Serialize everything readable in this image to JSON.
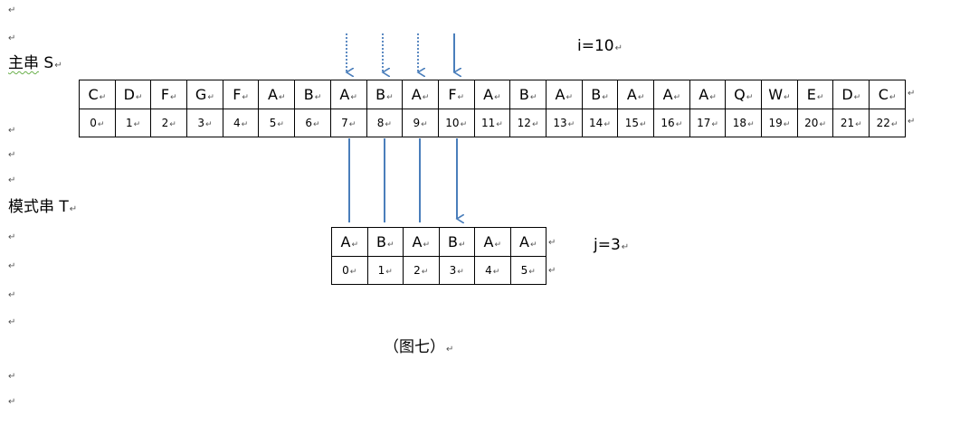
{
  "paragraph_mark": "↵",
  "main_label": "主串 S",
  "main_label_zh": "主串",
  "main_label_var": "S",
  "pattern_label": "模式串 T",
  "i_label": "i=10",
  "j_label": "j=3",
  "caption": "（图七）",
  "main_string": {
    "chars": [
      "C",
      "D",
      "F",
      "G",
      "F",
      "A",
      "B",
      "A",
      "B",
      "A",
      "F",
      "A",
      "B",
      "A",
      "B",
      "A",
      "A",
      "A",
      "Q",
      "W",
      "E",
      "D",
      "C"
    ],
    "indices": [
      "0",
      "1",
      "2",
      "3",
      "4",
      "5",
      "6",
      "7",
      "8",
      "9",
      "10",
      "11",
      "12",
      "13",
      "14",
      "15",
      "16",
      "17",
      "18",
      "19",
      "20",
      "21",
      "22"
    ]
  },
  "pattern_string": {
    "chars": [
      "A",
      "B",
      "A",
      "B",
      "A",
      "A"
    ],
    "indices": [
      "0",
      "1",
      "2",
      "3",
      "4",
      "5"
    ]
  },
  "colors": {
    "arrow": "#4a7ebb",
    "border": "#000000"
  }
}
